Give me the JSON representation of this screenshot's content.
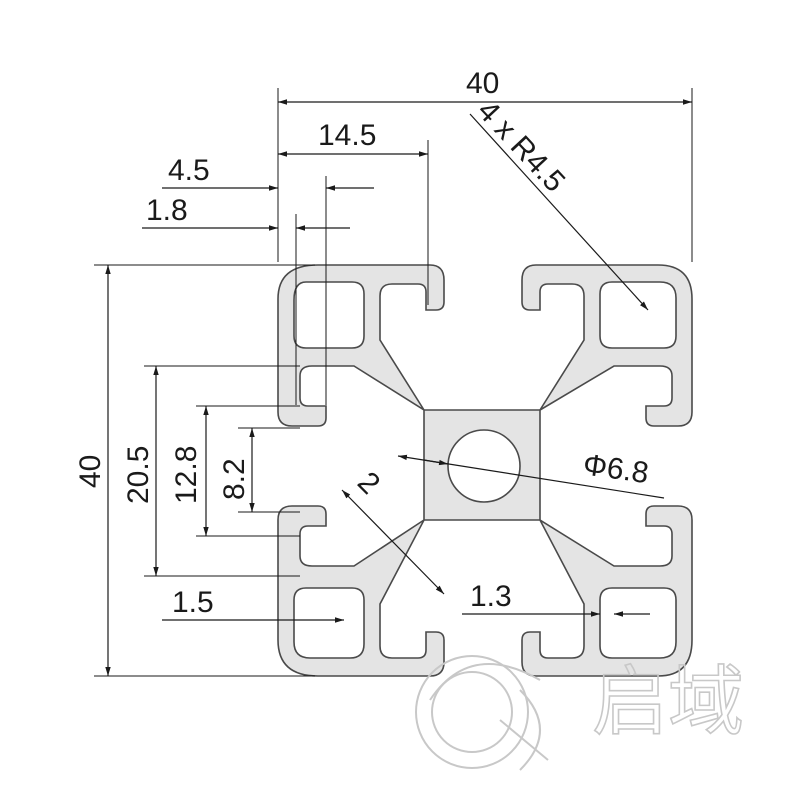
{
  "dimensions": {
    "overall_width": "40",
    "slot_offset": "14.5",
    "slot_width_outer": "4.5",
    "wall_thickness": "1.8",
    "corner_radius": "4 x R4.5",
    "overall_height": "40",
    "slot_opening_outer": "20.5",
    "slot_opening_mid": "12.8",
    "slot_opening_inner": "8.2",
    "diagonal_web": "2",
    "center_bore": "Φ6.8",
    "flange_thickness": "1.5",
    "web_thickness": "1.3"
  },
  "watermark": {
    "text": "启域"
  },
  "colors": {
    "profile_fill": "#e4e4e4",
    "profile_stroke": "#4a4a4a",
    "dimension_lines": "#1a1a1a",
    "watermark": "#c8c8c8"
  }
}
